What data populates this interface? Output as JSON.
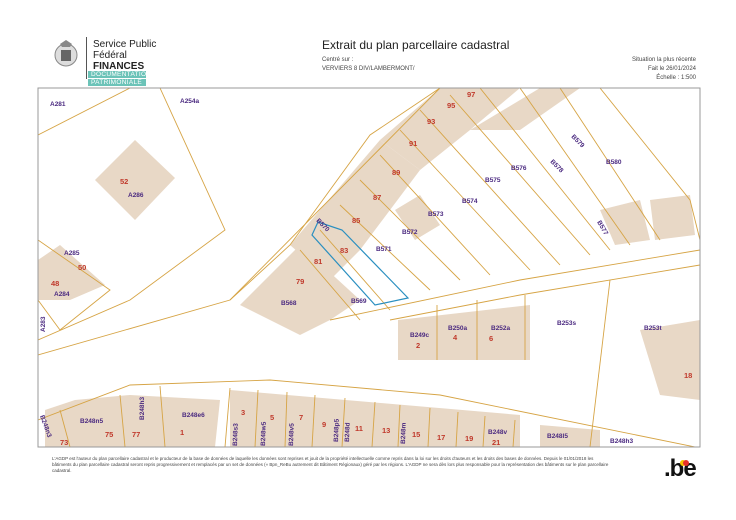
{
  "header": {
    "org_line1": "Service Public",
    "org_line2": "Fédéral",
    "org_line3": "FINANCES",
    "badge_line1": "DOCUMENTATION",
    "badge_line2": "PATRIMONIALE",
    "title": "Extrait du plan parcellaire cadastral",
    "centered_label": "Centré sur :",
    "centered_value": "VERVIERS 8 DIV/LAMBERMONT/",
    "situation": "Situation la plus récente",
    "date": "Fait le 26/01/2024",
    "scale": "Échelle : 1:500"
  },
  "map": {
    "parcels": [
      "A281",
      "A254a",
      "A286",
      "A285",
      "A284",
      "A283",
      "B570",
      "B571",
      "B572",
      "B573",
      "B574",
      "B575",
      "B576",
      "B578",
      "B579",
      "B580",
      "B577",
      "B568",
      "B569",
      "B249c",
      "B250a",
      "B252a",
      "B253s",
      "B253t",
      "B248n3",
      "B248n5",
      "B248h3",
      "B248e6",
      "B248s3",
      "B248w5",
      "B248v5",
      "B248p5",
      "B248d",
      "B248m",
      "B248v",
      "B248l5",
      "B248h3"
    ],
    "house_numbers": [
      "52",
      "50",
      "48",
      "97",
      "95",
      "93",
      "91",
      "89",
      "87",
      "85",
      "83",
      "81",
      "79",
      "2",
      "4",
      "6",
      "18",
      "73",
      "75",
      "77",
      "1",
      "3",
      "5",
      "7",
      "9",
      "11",
      "13",
      "15",
      "17",
      "19",
      "21"
    ],
    "highlight_color": "#2a8fc0"
  },
  "footer": {
    "disclaimer": "L'AGDP est l'auteur du plan parcellaire cadastral et le producteur de la base de données de laquelle les données sont reprises et jouit de la propriété intellectuelle comme repris dans la loi sur les droits d'auteurs et les droits des bases de données. Depuis le 01/01/2018 les bâtiments du plan parcellaire cadastral seront repris progressivement et remplacés par un set de données (« Bpn_ReBu autrement dit Bâtiment Régionaux) géré par les régions. L'AGDP ne sera dès lors plus responsable pour la représentation des bâtiments sur le plan parcellaire cadastral.",
    "be_logo": ".be"
  }
}
